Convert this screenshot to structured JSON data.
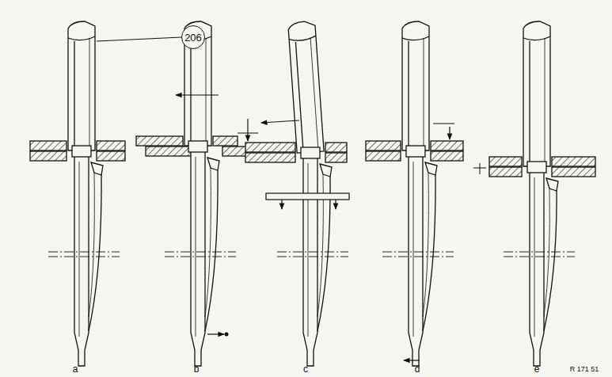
{
  "diagram": {
    "nodes": [
      {
        "text": [
          "206"
        ]
      }
    ],
    "labels": [
      "a",
      "b",
      "c",
      "d",
      "e",
      "R 171 51"
    ]
  }
}
